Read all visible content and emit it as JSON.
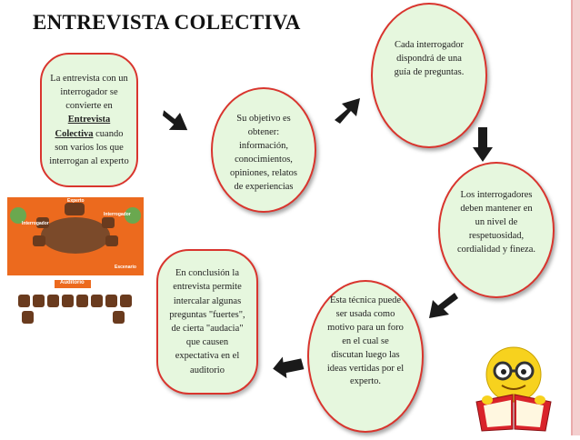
{
  "title": "ENTREVISTA COLECTIVA",
  "intro": {
    "text_before": "La entrevista con un interrogador se convierte en",
    "bold_text": "Entrevista Colectiva",
    "text_after": "cuando son varios los que interrogan al experto"
  },
  "cycle": {
    "objective": "Su objetivo es obtener: información, conocimientos, opiniones, relatos de experiencias",
    "guide": "Cada interrogador dispondrá de una guía de preguntas.",
    "respect": "Los interrogadores deben mantener en un nivel de respetuosidad, cordialidad y fineza.",
    "technique": "Esta técnica puede ser usada como motivo para un foro en el cual se discutan luego las ideas vertidas por el experto.",
    "conclusion": "En conclusión la entrevista permite intercalar algunas preguntas \"fuertes\", de cierta \"audacia\" que causen expectativa en el auditorio"
  },
  "illustration": {
    "stage_label": "Escenario",
    "audience_label": "Auditorio",
    "expert_label": "Experto",
    "interrogator_label": "Interrogador"
  },
  "colors": {
    "oval_fill": "#e6f7de",
    "oval_border": "#d9352e",
    "arrow": "#1a1a1a",
    "stage": "#ec6a1e"
  }
}
